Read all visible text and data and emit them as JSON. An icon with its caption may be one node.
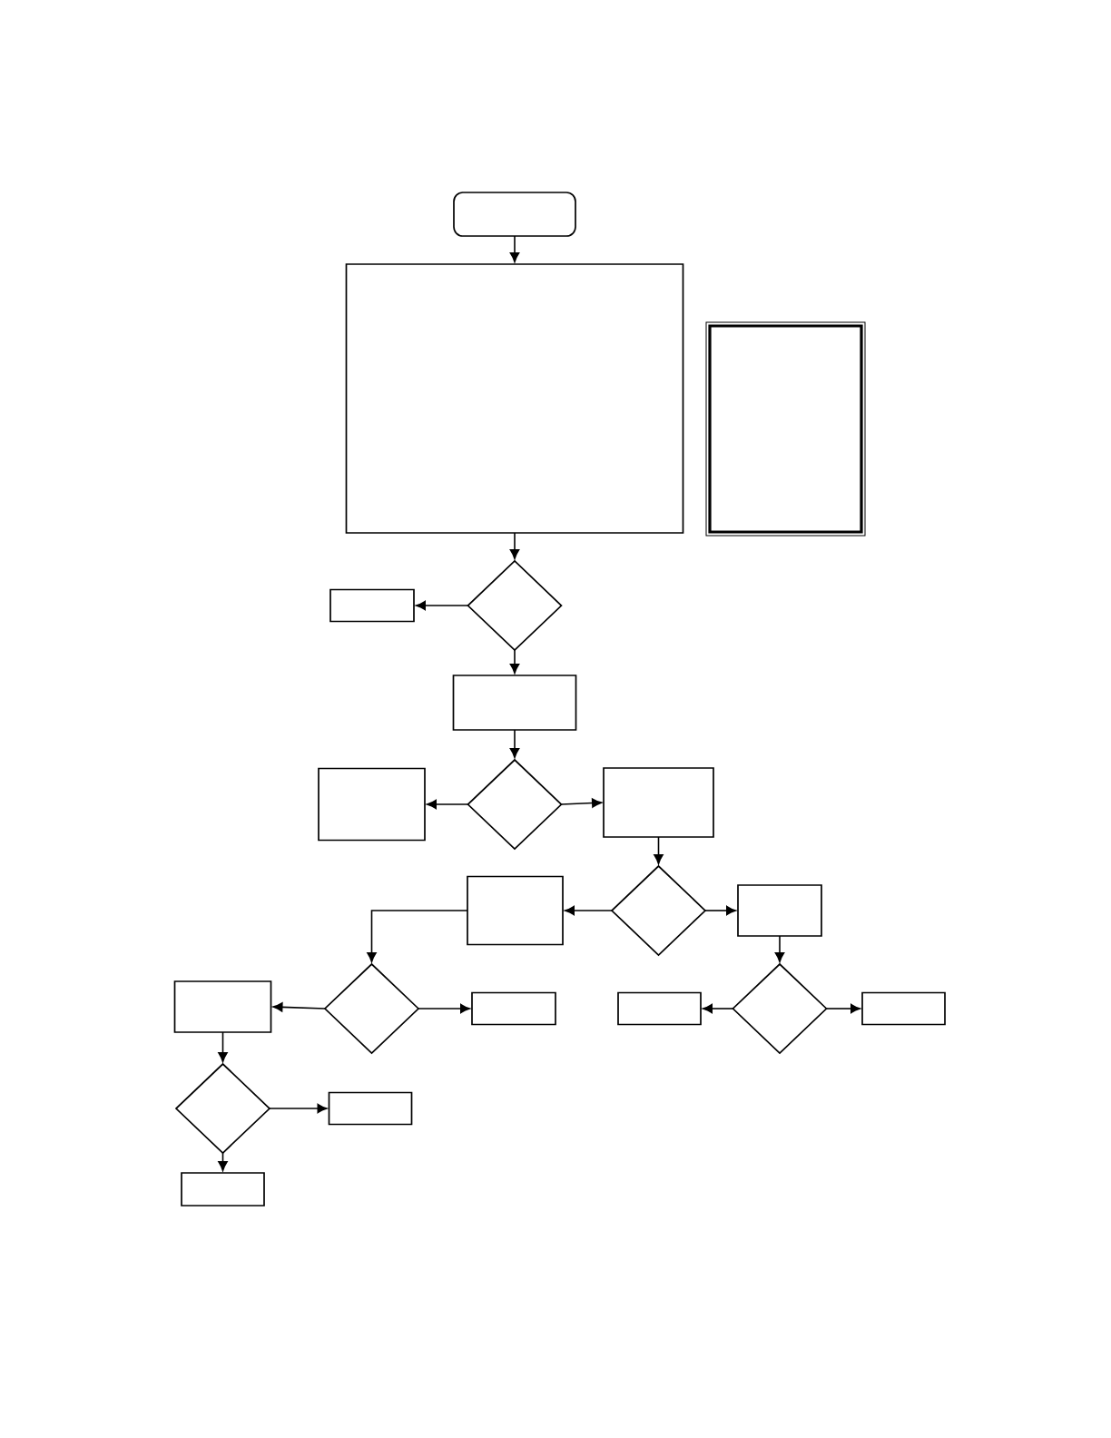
{
  "diagram": {
    "nodes": [
      {
        "text": [],
        "shape": "box"
      },
      {
        "text": [],
        "shape": "box"
      },
      {
        "text": [],
        "shape": "box"
      },
      {
        "text": [],
        "shape": "box"
      },
      {
        "text": [],
        "shape": "diamond"
      },
      {
        "text": [],
        "shape": "box"
      },
      {
        "text": [],
        "shape": "box"
      },
      {
        "text": [],
        "shape": "diamond"
      },
      {
        "text": [],
        "shape": "box"
      },
      {
        "text": [],
        "shape": "box"
      },
      {
        "text": [],
        "shape": "diamond"
      },
      {
        "text": [],
        "shape": "box"
      },
      {
        "text": [],
        "shape": "box"
      },
      {
        "text": [],
        "shape": "diamond"
      },
      {
        "text": [],
        "shape": "box"
      },
      {
        "text": [],
        "shape": "box"
      },
      {
        "text": [],
        "shape": "diamond"
      },
      {
        "text": [],
        "shape": "box"
      },
      {
        "text": [],
        "shape": "diamond"
      },
      {
        "text": [],
        "shape": "box"
      },
      {
        "text": [],
        "shape": "box"
      }
    ],
    "edges": [
      {
        "from": 0,
        "to": 1,
        "arrow": "to"
      },
      {
        "from": 1,
        "to": 4,
        "arrow": "to"
      },
      {
        "from": 4,
        "to": 3,
        "arrow": "to"
      },
      {
        "from": 4,
        "to": 5,
        "arrow": "to"
      },
      {
        "from": 5,
        "to": 7,
        "arrow": "to"
      },
      {
        "from": 7,
        "to": 6,
        "arrow": "to"
      },
      {
        "from": 7,
        "to": 8,
        "arrow": "to"
      },
      {
        "from": 8,
        "to": 10,
        "arrow": "to"
      },
      {
        "from": 10,
        "to": 9,
        "arrow": "to"
      },
      {
        "from": 10,
        "to": 11,
        "arrow": "to"
      },
      {
        "from": 9,
        "to": 13,
        "arrow": "to"
      },
      {
        "from": 13,
        "to": 12,
        "arrow": "to"
      },
      {
        "from": 13,
        "to": 14,
        "arrow": "to"
      },
      {
        "from": 11,
        "to": 16,
        "arrow": "to"
      },
      {
        "from": 16,
        "to": 15,
        "arrow": "to"
      },
      {
        "from": 16,
        "to": 17,
        "arrow": "to"
      },
      {
        "from": 12,
        "to": 18,
        "arrow": "to"
      },
      {
        "from": 18,
        "to": 19,
        "arrow": "to"
      },
      {
        "from": 18,
        "to": 20,
        "arrow": "to"
      }
    ]
  }
}
